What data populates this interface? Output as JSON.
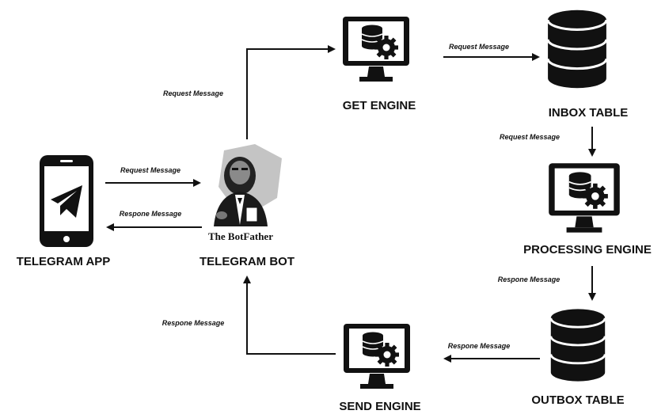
{
  "nodes": {
    "telegram_app": "TELEGRAM APP",
    "telegram_bot": "TELEGRAM BOT",
    "get_engine": "GET ENGINE",
    "inbox_table": "INBOX TABLE",
    "processing_engine": "PROCESSING ENGINE",
    "outbox_table": "OUTBOX TABLE",
    "send_engine": "SEND ENGINE"
  },
  "edges": {
    "app_to_bot": "Request Message",
    "bot_to_app": "Respone Message",
    "bot_to_get": "Request Message",
    "get_to_inbox": "Request Message",
    "inbox_to_processing": "Request Message",
    "processing_to_outbox": "Respone Message",
    "outbox_to_send": "Respone Message",
    "send_to_bot": "Respone Message"
  },
  "bot_logo": {
    "line1": "The BotFather"
  },
  "icons": {
    "telegram_app": "smartphone-telegram-icon",
    "telegram_bot": "botfather-logo",
    "engines": "monitor-database-gear-icon",
    "tables": "database-cylinder-icon"
  },
  "colors": {
    "ink": "#111111",
    "background": "#ffffff"
  }
}
